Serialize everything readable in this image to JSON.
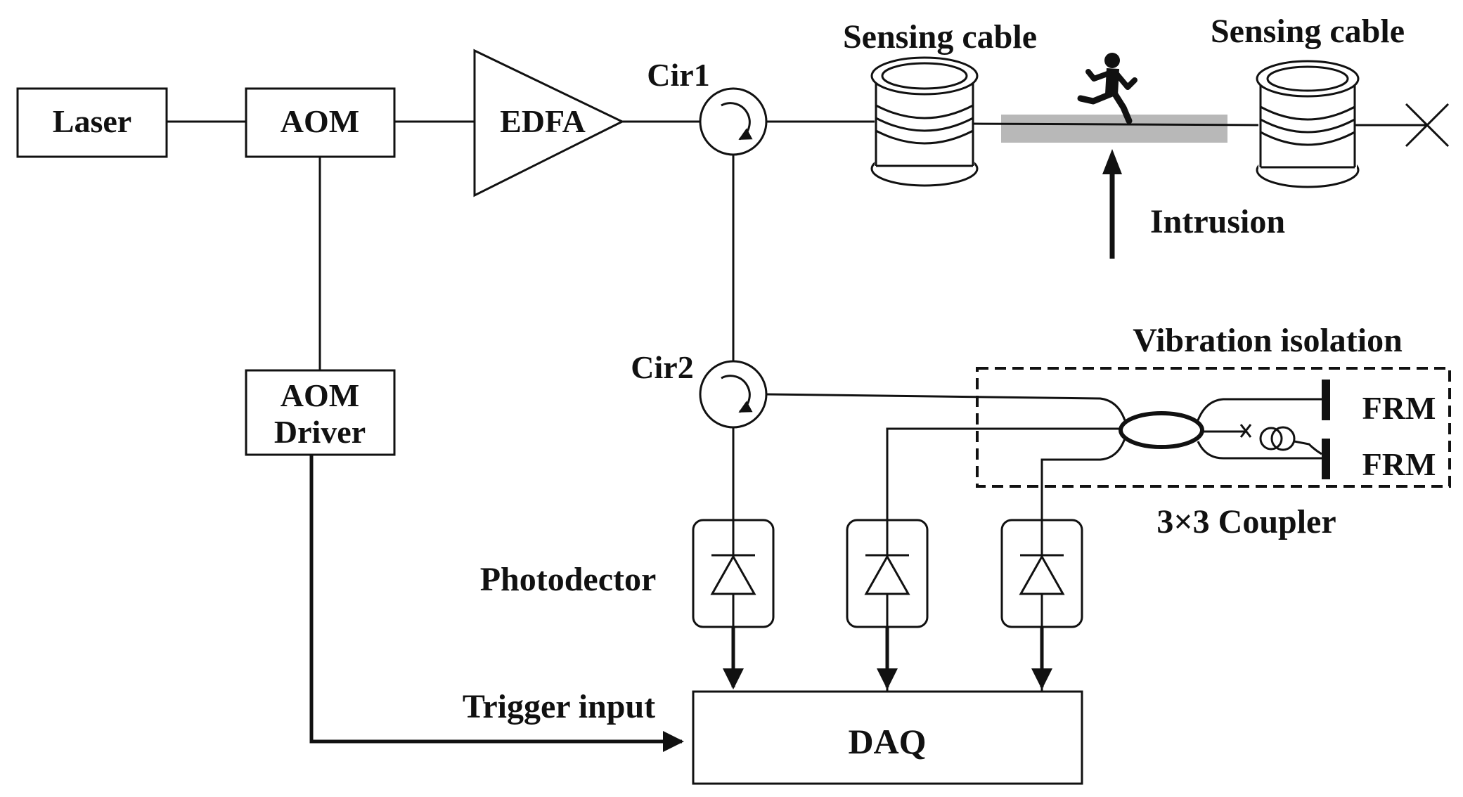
{
  "blocks": {
    "laser": "Laser",
    "aom": "AOM",
    "aom_driver_line1": "AOM",
    "aom_driver_line2": "Driver",
    "edfa": "EDFA",
    "daq": "DAQ"
  },
  "labels": {
    "cir1": "Cir1",
    "cir2": "Cir2",
    "sensing_cable_1": "Sensing cable",
    "sensing_cable_2": "Sensing cable",
    "intrusion": "Intrusion",
    "vibration_isolation": "Vibration isolation",
    "frm_1": "FRM",
    "frm_2": "FRM",
    "coupler": "3×3 Coupler",
    "photodetector": "Photodector",
    "trigger_input": "Trigger input"
  },
  "colors": {
    "line": "#111111",
    "sensing_zone": "#b8b8b8",
    "background": "#ffffff"
  }
}
